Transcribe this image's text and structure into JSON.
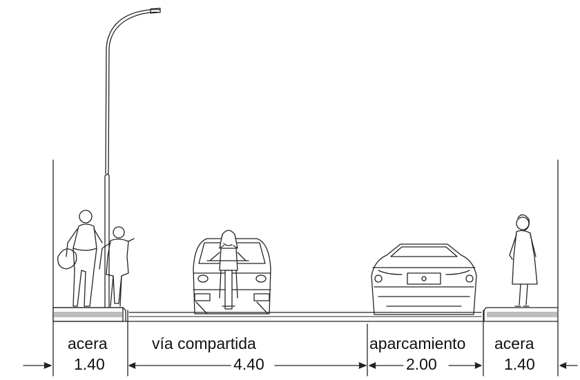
{
  "section": {
    "sidewalk_left": {
      "label": "acera",
      "width": "1.40"
    },
    "shared_road": {
      "label": "vía compartida",
      "width": "4.40"
    },
    "parking": {
      "label": "aparcamiento",
      "width": "2.00"
    },
    "sidewalk_right": {
      "label": "acera",
      "width": "1.40"
    }
  },
  "colors": {
    "line": "#222222",
    "curb_fill": "#bdbdbd",
    "background": "#ffffff"
  },
  "icons": [
    "street-lamp-icon",
    "pedestrian-adult-icon",
    "pedestrian-child-icon",
    "car-rear-view-icon",
    "cyclist-icon",
    "car-front-view-icon",
    "pedestrian-woman-icon"
  ]
}
